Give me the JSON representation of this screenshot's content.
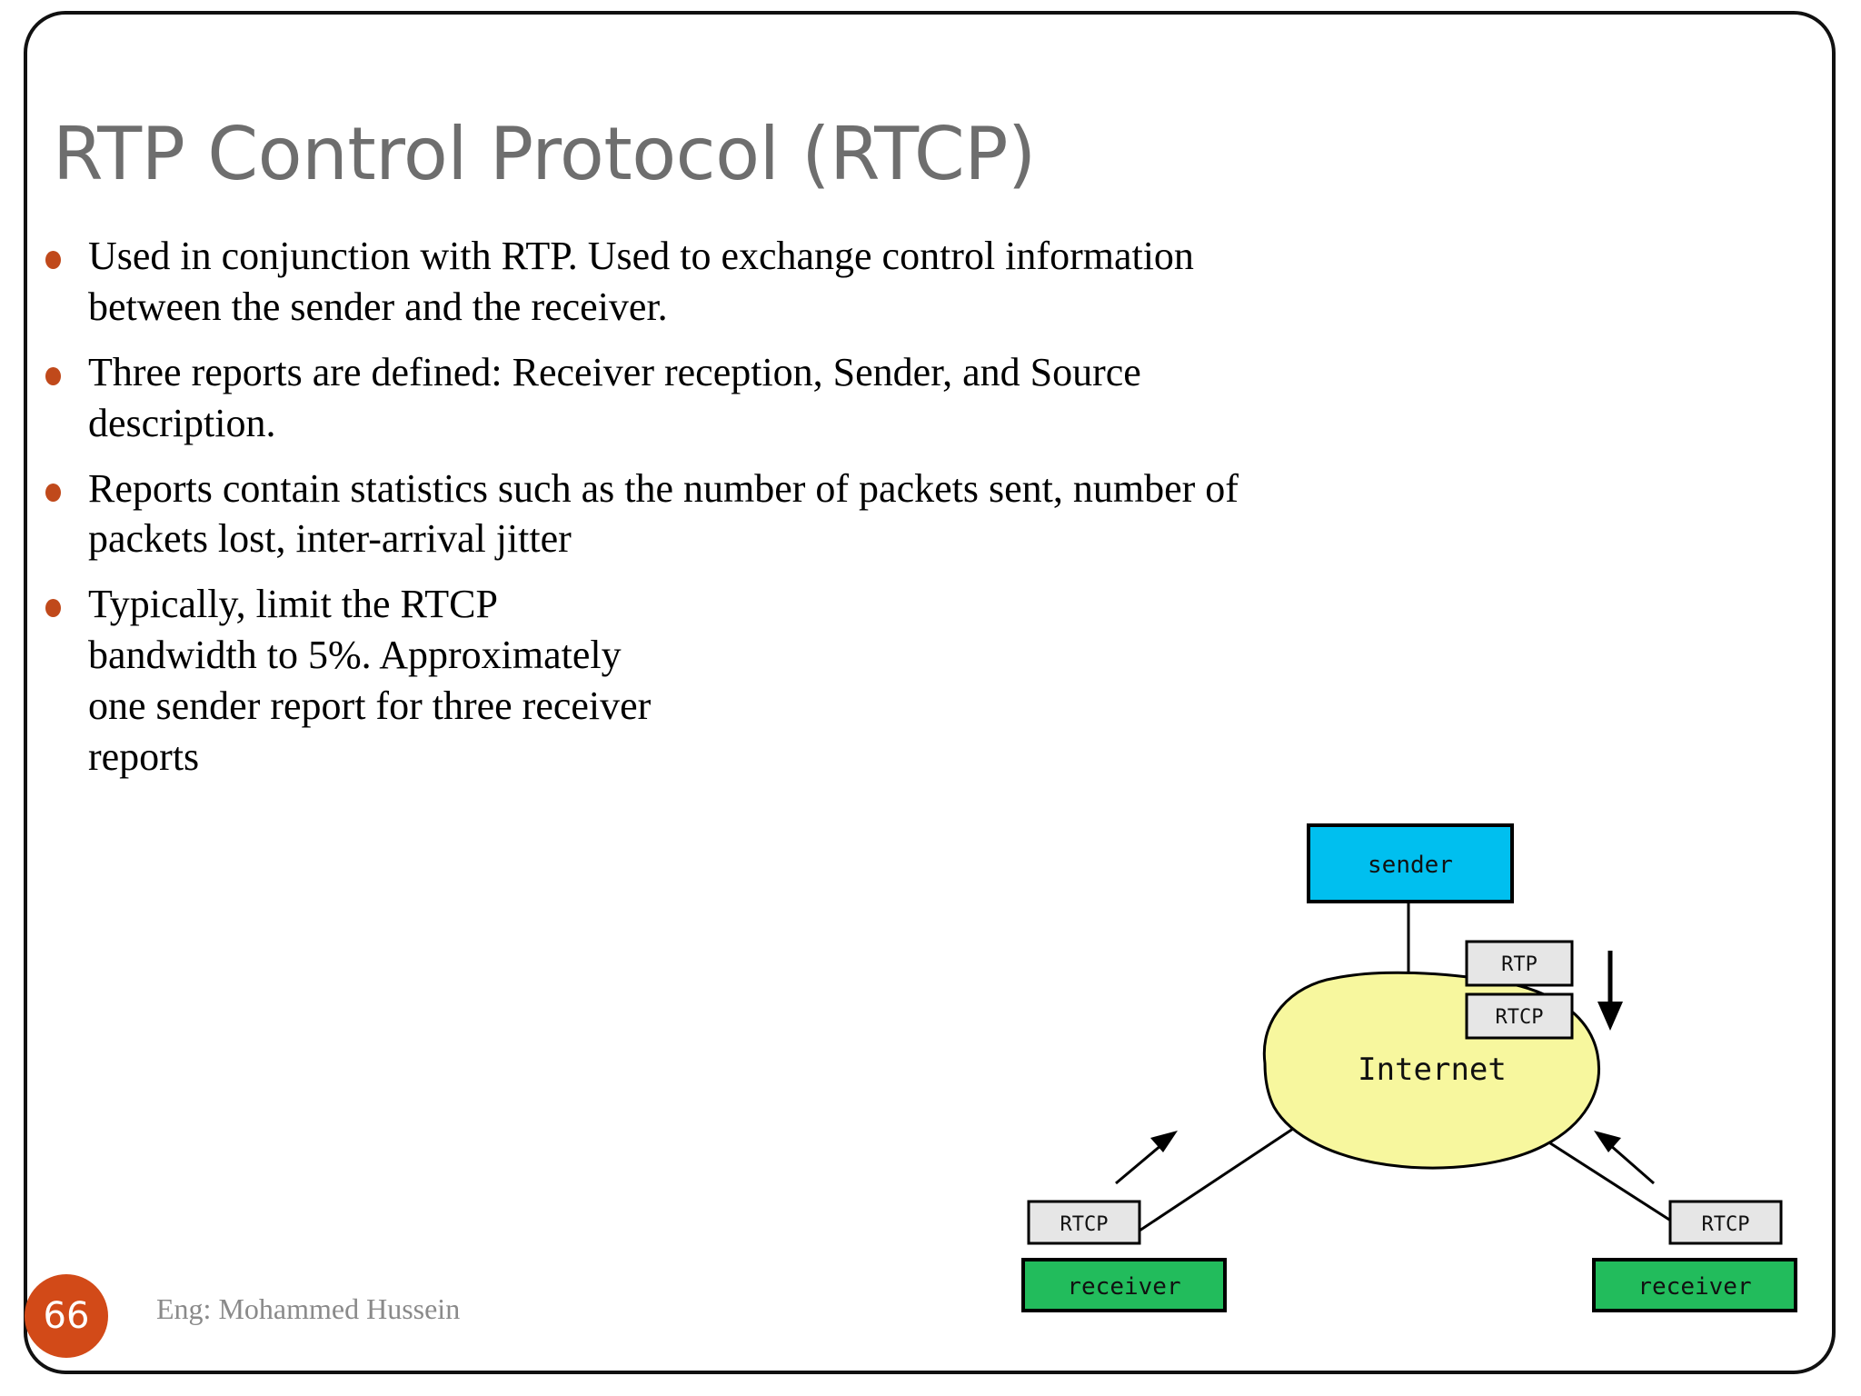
{
  "slide": {
    "title": "RTP Control Protocol (RTCP)",
    "page_number": "66",
    "author": "Eng: Mohammed Hussein",
    "title_color": "#6e6e6e",
    "bullet_color": "#C0491B",
    "badge_color": "#D24A18"
  },
  "bullets": [
    {
      "text": "Used in conjunction with RTP. Used to exchange control information between the sender and the receiver."
    },
    {
      "text": "Three reports are defined: Receiver reception, Sender, and Source description."
    },
    {
      "text": "Reports contain statistics such as the number of packets sent, number of packets lost, inter-arrival jitter"
    },
    {
      "text": "Typically, limit the RTCP bandwidth to 5%. Approximately one sender report for three receiver reports"
    }
  ],
  "diagram": {
    "sender_label": "sender",
    "cloud_label": "Internet",
    "receiver_left_label": "receiver",
    "receiver_right_label": "receiver",
    "rtp_label": "RTP",
    "rtcp_sender_label": "RTCP",
    "rtcp_left_label": "RTCP",
    "rtcp_right_label": "RTCP",
    "colors": {
      "sender_fill": "#00BFEF",
      "cloud_fill": "#F7F79E",
      "receiver_fill": "#22BC5C",
      "tag_fill": "#E6E6E6",
      "stroke": "#000000"
    }
  }
}
